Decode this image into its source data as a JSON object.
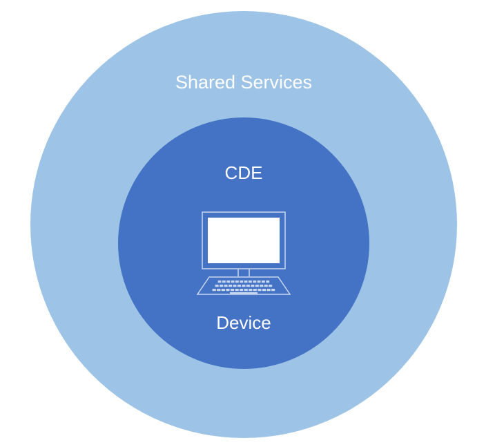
{
  "diagram": {
    "outer": {
      "label": "Shared Services",
      "color": "#9dc3e6"
    },
    "inner": {
      "label": "CDE",
      "color": "#4472c4"
    },
    "device": {
      "label": "Device",
      "icon": "computer-icon",
      "screen_color": "#ffffff",
      "outline_color": "#c9d7ef"
    }
  }
}
